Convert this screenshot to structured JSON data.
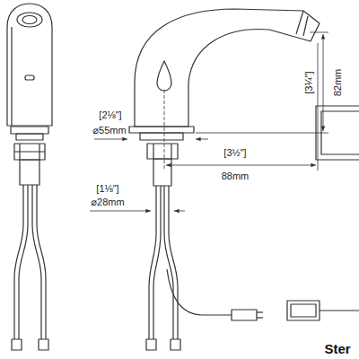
{
  "diagram": {
    "labels": [
      "82mm",
      "[3¼\"]",
      "[2⅛\"]",
      "⌀55mm",
      "[3½\"]",
      "88mm",
      "[1⅛\"]",
      "⌀28mm",
      "Ster"
    ]
  }
}
